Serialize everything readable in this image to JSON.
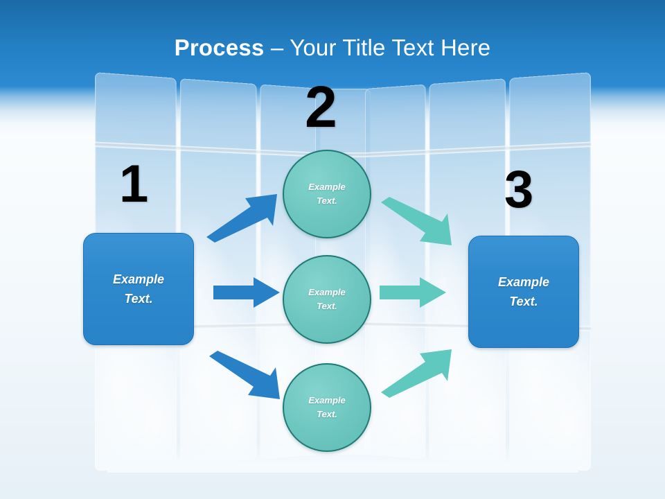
{
  "slide": {
    "title_strong": "Process",
    "title_separator": " – ",
    "title_light": "Your Title Text Here",
    "header_color": "#2480c4",
    "background_color": "#f4f9fc"
  },
  "theme": {
    "blue": "#2e89cd",
    "blue_border": "#1f6fae",
    "teal": "#6ec6c0",
    "teal_border": "#1f7a76",
    "teal_arrow": "#5fc8bf",
    "blue_arrow": "#2881c6",
    "number_color": "#000000",
    "text_color": "#ffffff"
  },
  "steps": [
    {
      "number": "1",
      "name": "input-stage"
    },
    {
      "number": "2",
      "name": "process-stage"
    },
    {
      "number": "3",
      "name": "output-stage"
    }
  ],
  "nodes": {
    "left_box": {
      "line1": "Example",
      "line2": "Text."
    },
    "right_box": {
      "line1": "Example",
      "line2": "Text."
    },
    "circle_top": {
      "line1": "Example",
      "line2": "Text."
    },
    "circle_mid": {
      "line1": "Example",
      "line2": "Text."
    },
    "circle_bottom": {
      "line1": "Example",
      "line2": "Text."
    }
  },
  "arrows": [
    {
      "name": "arrow-left-to-top",
      "direction": "up-right",
      "color": "#2881c6"
    },
    {
      "name": "arrow-left-to-middle",
      "direction": "right",
      "color": "#2881c6"
    },
    {
      "name": "arrow-left-to-bottom",
      "direction": "down-right",
      "color": "#2881c6"
    },
    {
      "name": "arrow-top-to-right",
      "direction": "down-right",
      "color": "#5fc8bf"
    },
    {
      "name": "arrow-middle-to-right",
      "direction": "right",
      "color": "#5fc8bf"
    },
    {
      "name": "arrow-bottom-to-right",
      "direction": "up-right",
      "color": "#5fc8bf"
    }
  ]
}
